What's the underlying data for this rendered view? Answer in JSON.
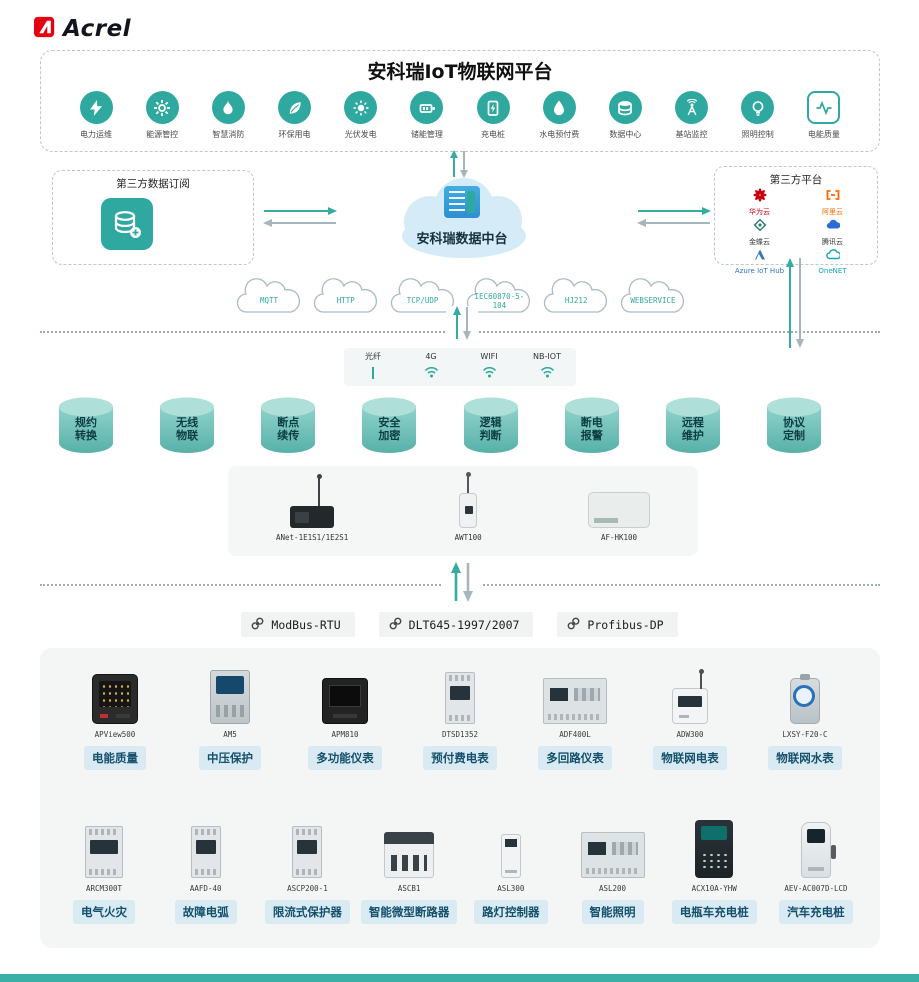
{
  "brand": {
    "name": "Acrel"
  },
  "platform": {
    "title": "安科瑞IoT物联网平台",
    "apps": [
      {
        "label": "电力运维",
        "icon": "power-om-icon"
      },
      {
        "label": "能源管控",
        "icon": "energy-mgmt-icon"
      },
      {
        "label": "智慧消防",
        "icon": "fire-safety-icon"
      },
      {
        "label": "环保用电",
        "icon": "eco-power-icon"
      },
      {
        "label": "光伏发电",
        "icon": "pv-icon"
      },
      {
        "label": "储能管理",
        "icon": "energy-storage-icon"
      },
      {
        "label": "充电桩",
        "icon": "charging-pile-icon"
      },
      {
        "label": "水电预付费",
        "icon": "prepaid-icon"
      },
      {
        "label": "数据中心",
        "icon": "data-center-icon"
      },
      {
        "label": "基站监控",
        "icon": "base-station-icon"
      },
      {
        "label": "照明控制",
        "icon": "lighting-icon"
      },
      {
        "label": "电能质量",
        "icon": "power-quality-icon"
      }
    ]
  },
  "integration": {
    "subscribe_box": {
      "title": "第三方数据订阅"
    },
    "data_hub": {
      "label": "安科瑞数据中台"
    },
    "third_party_box": {
      "title": "第三方平台",
      "providers": [
        {
          "name": "华为云",
          "color": "#C7000B"
        },
        {
          "name": "阿里云",
          "color": "#FF6A00"
        },
        {
          "name": "金蝶云",
          "color": "#333333"
        },
        {
          "name": "腾讯云",
          "color": "#333333"
        },
        {
          "name": "Azure IoT Hub",
          "color": "#2E76BC"
        },
        {
          "name": "OneNET",
          "color": "#12A5B8"
        }
      ]
    },
    "protocols": [
      "MQTT",
      "HTTP",
      "TCP/UDP",
      "IEC60870-5-104",
      "HJ212",
      "WEBSERVICE"
    ]
  },
  "network": {
    "links": [
      "光纤",
      "4G",
      "WIFI",
      "NB-IOT"
    ]
  },
  "capabilities": [
    {
      "line1": "规约",
      "line2": "转换"
    },
    {
      "line1": "无线",
      "line2": "物联"
    },
    {
      "line1": "断点",
      "line2": "续传"
    },
    {
      "line1": "安全",
      "line2": "加密"
    },
    {
      "line1": "逻辑",
      "line2": "判断"
    },
    {
      "line1": "断电",
      "line2": "报警"
    },
    {
      "line1": "远程",
      "line2": "维护"
    },
    {
      "line1": "协议",
      "line2": "定制"
    }
  ],
  "gateways": [
    {
      "model": "ANet-1E1S1/1E2S1"
    },
    {
      "model": "AWT100"
    },
    {
      "model": "AF-HK100"
    }
  ],
  "field_protocols": [
    {
      "label": "ModBus-RTU"
    },
    {
      "label": "DLT645-1997/2007"
    },
    {
      "label": "Profibus-DP"
    }
  ],
  "devices": {
    "row1": [
      {
        "model": "APView500",
        "category": "电能质量"
      },
      {
        "model": "AM5",
        "category": "中压保护"
      },
      {
        "model": "APM810",
        "category": "多功能仪表"
      },
      {
        "model": "DTSD1352",
        "category": "预付费电表"
      },
      {
        "model": "ADF400L",
        "category": "多回路仪表"
      },
      {
        "model": "ADW300",
        "category": "物联网电表"
      },
      {
        "model": "LXSY-F20-C",
        "category": "物联网水表"
      }
    ],
    "row2": [
      {
        "model": "ARCM300T",
        "category": "电气火灾"
      },
      {
        "model": "AAFD-40",
        "category": "故障电弧"
      },
      {
        "model": "ASCP200-1",
        "category": "限流式保护器"
      },
      {
        "model": "ASCB1",
        "category": "智能微型断路器"
      },
      {
        "model": "ASL300",
        "category": "路灯控制器"
      },
      {
        "model": "ASL200",
        "category": "智能照明"
      },
      {
        "model": "ACX10A-YHW",
        "category": "电瓶车充电桩"
      },
      {
        "model": "AEV-AC007D-LCD",
        "category": "汽车充电桩"
      }
    ]
  },
  "colors": {
    "accent_teal": "#2FA99F",
    "arrow_teal": "#35ABA1",
    "arrow_gray": "#A7B6BB",
    "tag_bg": "#D9EAF3",
    "tag_text": "#14506B",
    "footer_bar": "#3BAFA5"
  }
}
